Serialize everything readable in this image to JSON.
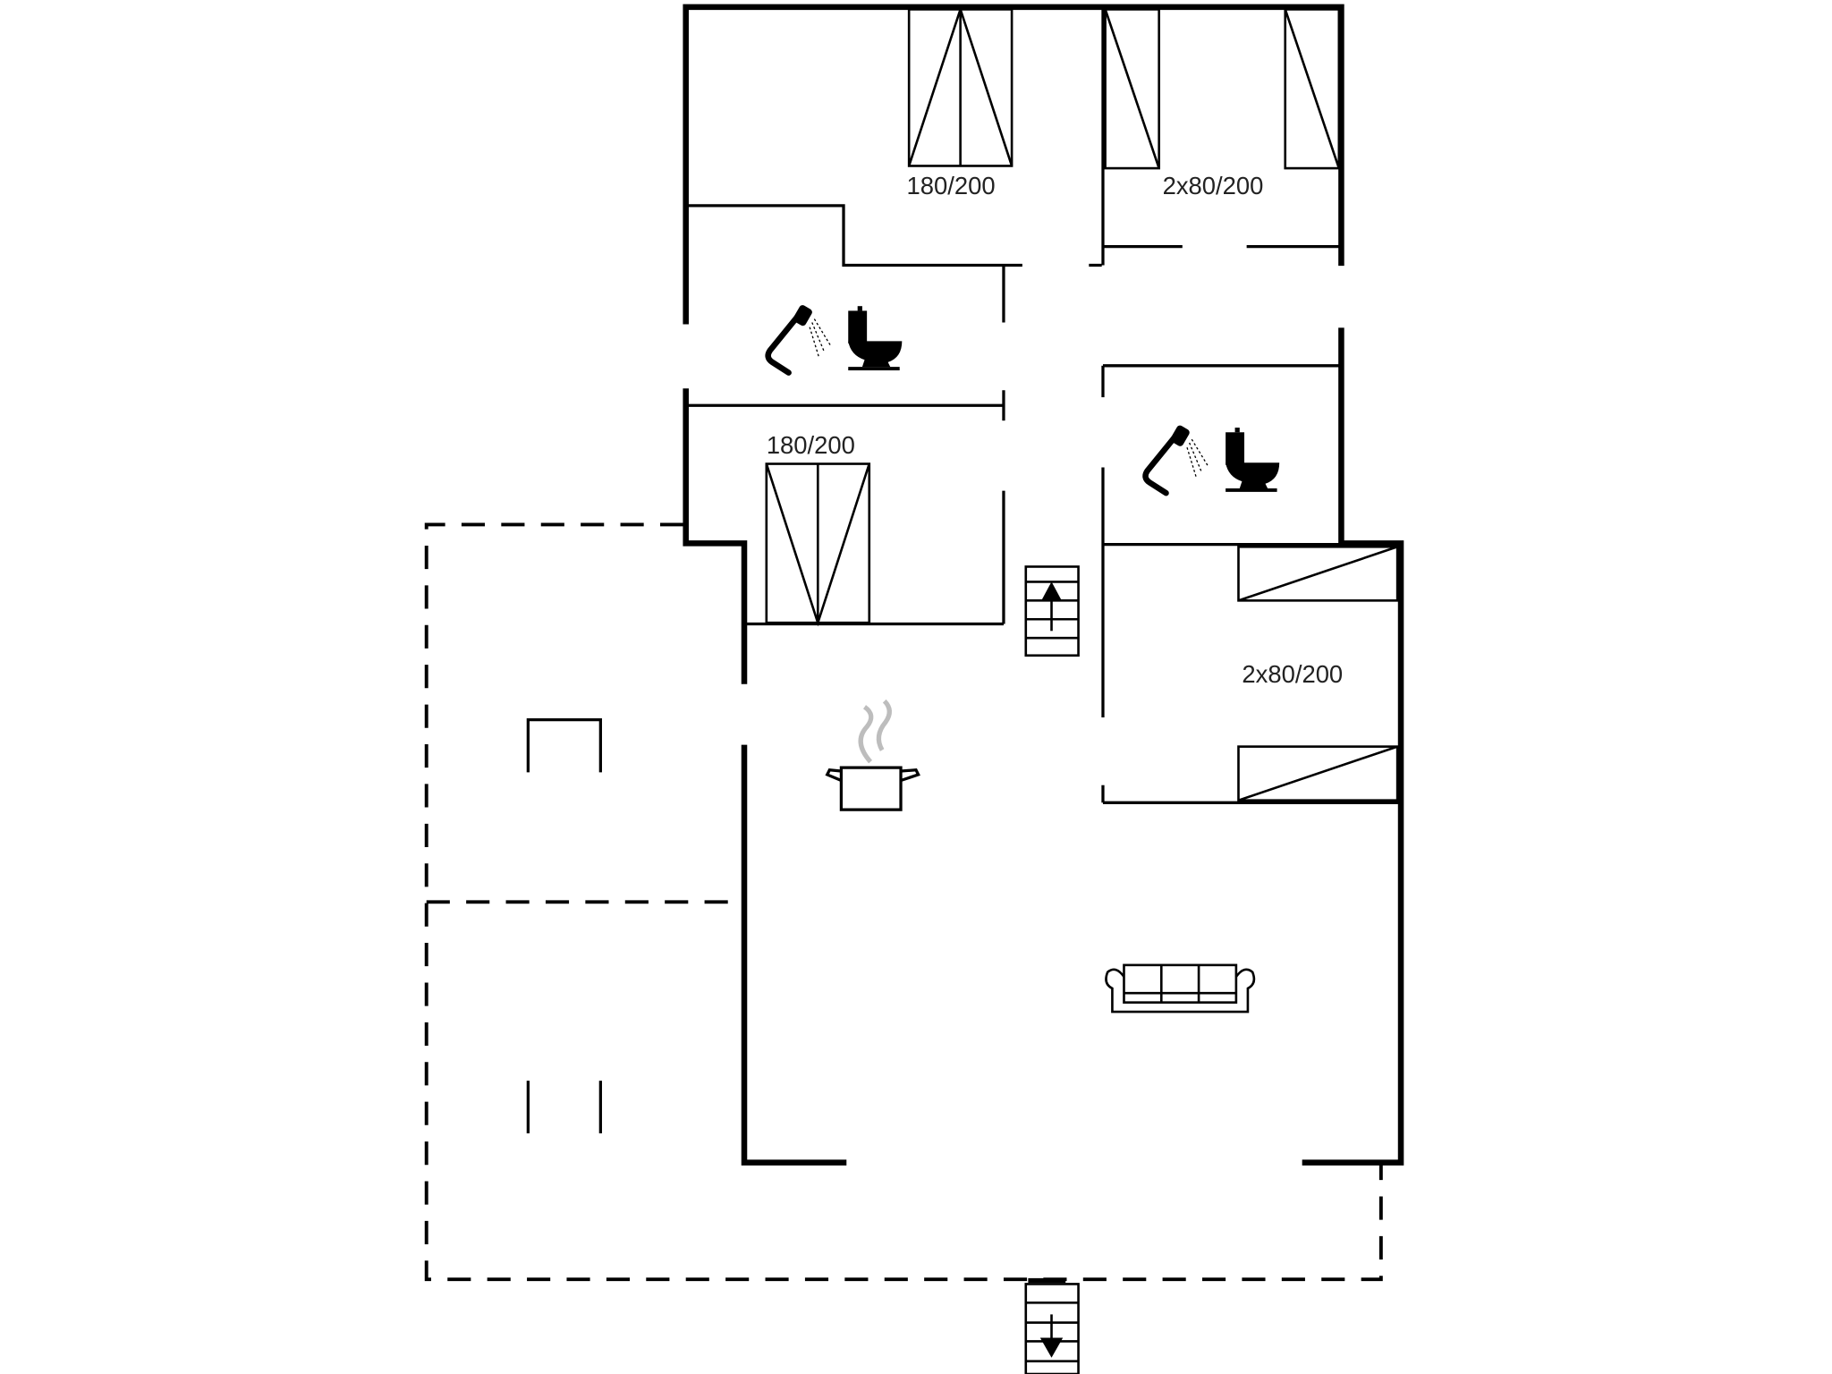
{
  "floorplan": {
    "bed_labels": {
      "bedroom_top_left": "180/200",
      "bedroom_top_right": "2x80/200",
      "bedroom_middle_left": "180/200",
      "bedroom_right": "2x80/200"
    },
    "icons": [
      "shower-icon",
      "toilet-icon",
      "stairs-up-icon",
      "stairs-down-icon",
      "cooking-pot-icon",
      "sofa-icon"
    ],
    "colors": {
      "wall": "#000000",
      "background": "#ffffff",
      "steam": "#bdbdbd"
    }
  }
}
